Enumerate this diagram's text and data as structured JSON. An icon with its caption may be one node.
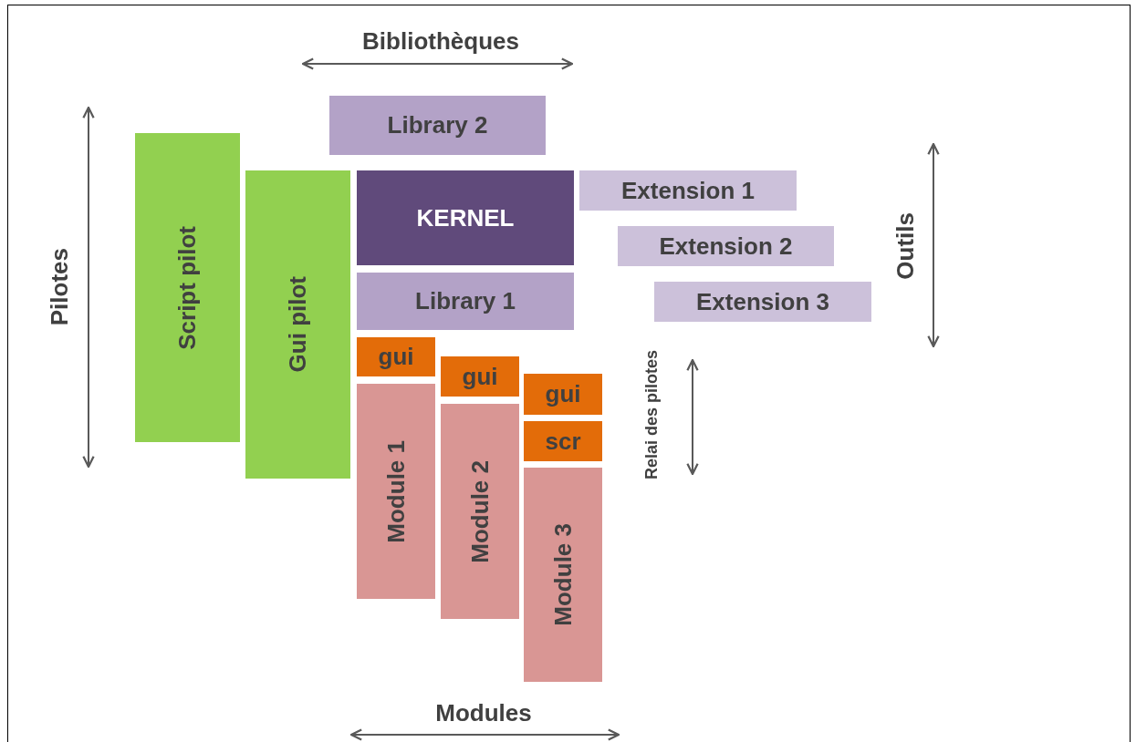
{
  "diagram": {
    "nodes": [
      {
        "text": [
          "Library 2"
        ]
      },
      {
        "text": [
          "Script pilot"
        ]
      },
      {
        "text": [
          "Gui pilot"
        ]
      },
      {
        "text": [
          "KERNEL"
        ]
      },
      {
        "text": [
          "Extension 1"
        ]
      },
      {
        "text": [
          "Extension 2"
        ]
      },
      {
        "text": [
          "Library 1"
        ]
      },
      {
        "text": [
          "Extension 3"
        ]
      },
      {
        "text": [
          "gui"
        ]
      },
      {
        "text": [
          "gui"
        ]
      },
      {
        "text": [
          "gui"
        ]
      },
      {
        "text": [
          "scr"
        ]
      },
      {
        "text": [
          "Module 1"
        ]
      },
      {
        "text": [
          "Module 2"
        ]
      },
      {
        "text": [
          "Module 3"
        ]
      }
    ],
    "labels": [
      "Bibliothèques",
      "Pilotes",
      "Outils",
      "Relai des pilotes",
      "Modules"
    ]
  }
}
